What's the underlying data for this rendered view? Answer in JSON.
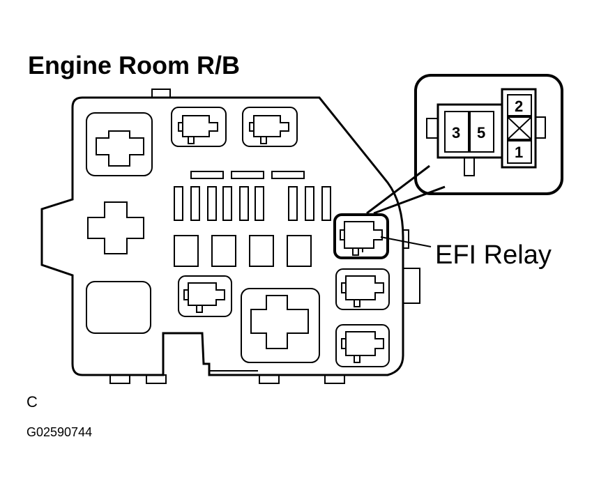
{
  "diagram": {
    "title": "Engine Room R/B",
    "callout_label": "EFI Relay",
    "view_letter": "C",
    "figure_code": "G02590744",
    "connector_pins": [
      "3",
      "5",
      "2",
      "1"
    ]
  }
}
